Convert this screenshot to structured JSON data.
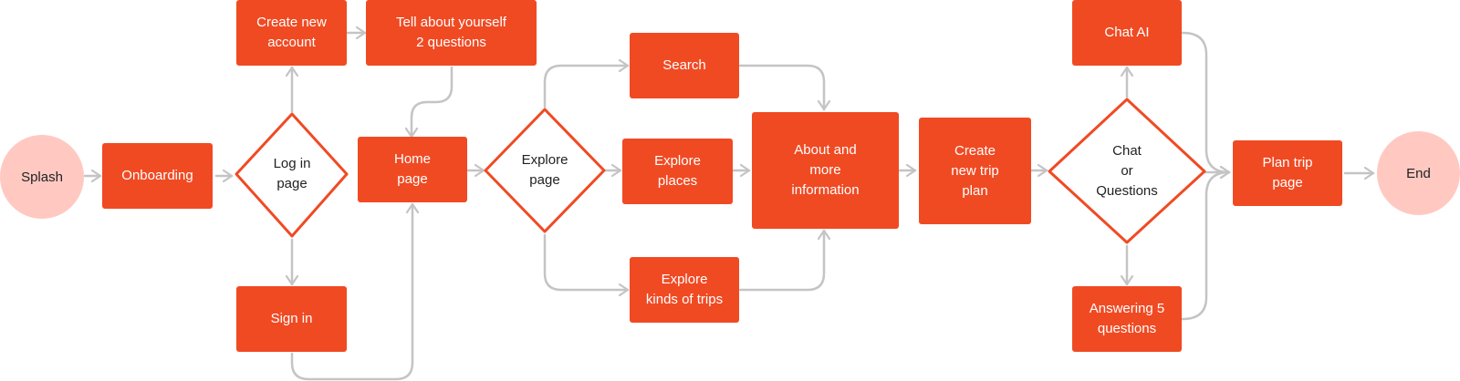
{
  "flow": {
    "start": "Splash",
    "end": "End",
    "onboarding": "Onboarding",
    "login_decision": "Log in\npage",
    "create_account": "Create new\naccount",
    "tell_about": "Tell about yourself\n2 questions",
    "sign_in": "Sign in",
    "home": "Home\npage",
    "explore_decision": "Explore\npage",
    "search": "Search",
    "explore_places": "Explore\nplaces",
    "explore_kinds": "Explore\nkinds of trips",
    "about": "About and\nmore\ninformation",
    "create_plan": "Create\nnew trip\nplan",
    "chat_decision": "Chat\nor\nQuestions",
    "chat_ai": "Chat AI",
    "answering": "Answering 5\nquestions",
    "plan_trip": "Plan trip\npage"
  },
  "colors": {
    "box": "#f04a23",
    "terminal": "#ffc9c2",
    "arrow": "#c4c4c4"
  }
}
